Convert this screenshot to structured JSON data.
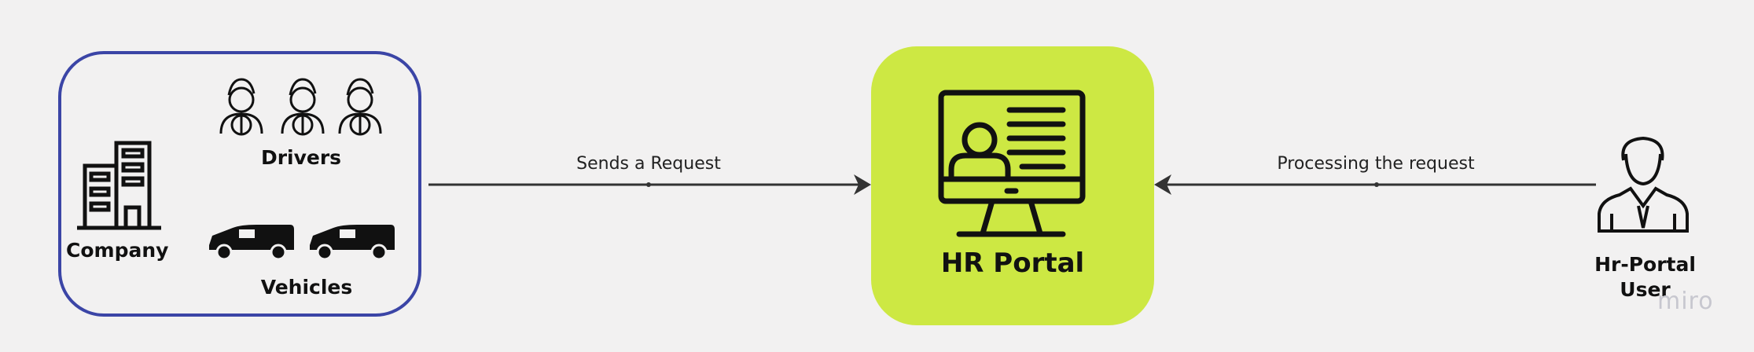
{
  "company": {
    "label": "Company"
  },
  "drivers": {
    "label": "Drivers"
  },
  "vehicles": {
    "label": "Vehicles"
  },
  "portal": {
    "title": "HR Portal",
    "color": "#cde843"
  },
  "edges": {
    "request": {
      "label": "Sends a Request"
    },
    "processing": {
      "label": "Processing the request"
    }
  },
  "user": {
    "label_line1": "Hr-Portal",
    "label_line2": "User"
  },
  "watermark": "miro",
  "colors": {
    "group_border": "#3b45a6",
    "background": "#f2f1f1",
    "stroke": "#111111"
  },
  "icons": [
    "building-icon",
    "driver-icon",
    "van-icon",
    "computer-user-icon",
    "businessman-icon"
  ]
}
